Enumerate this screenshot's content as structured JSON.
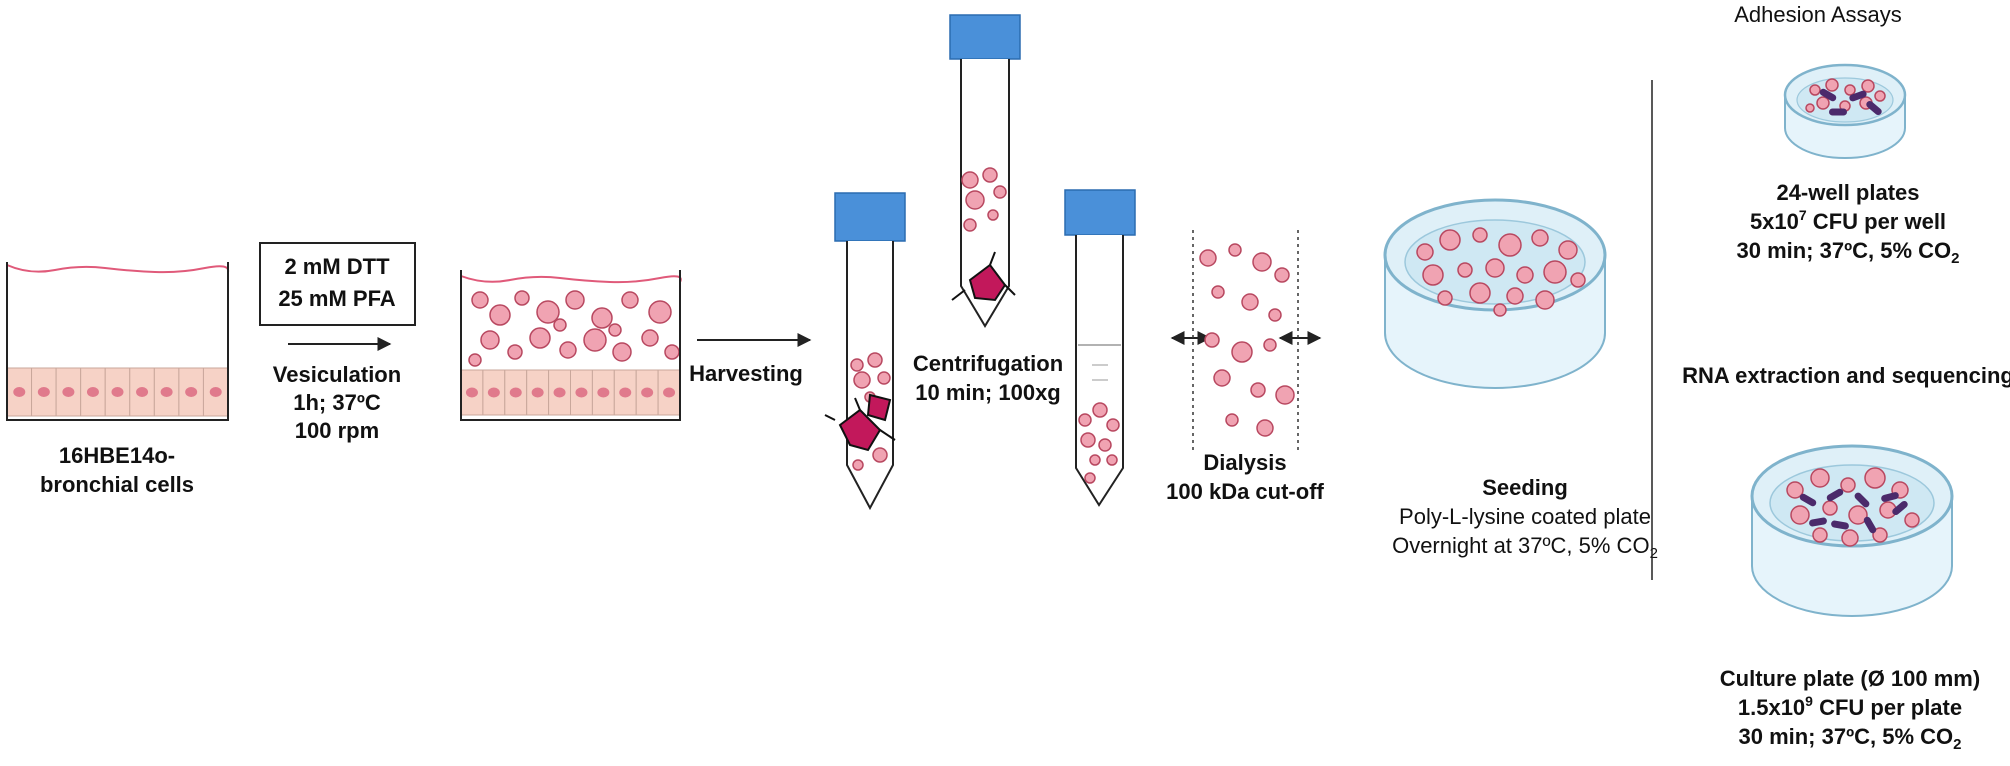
{
  "step_cells": {
    "line1": "16HBE14o-",
    "line2": "bronchial cells"
  },
  "step_vesiculation": {
    "reagent1": "2 mM DTT",
    "reagent2": "25 mM PFA",
    "title": "Vesiculation",
    "time_temp": "1h; 37ºC",
    "speed": "100 rpm"
  },
  "step_harvesting": {
    "label": "Harvesting"
  },
  "step_centrifugation": {
    "title": "Centrifugation",
    "detail": "10 min; 100xg"
  },
  "step_dialysis": {
    "title": "Dialysis",
    "detail": "100 kDa cut-off"
  },
  "step_seeding": {
    "title": "Seeding",
    "plate": "Poly-L-lysine coated plate",
    "condition_prefix": "Overnight at 37ºC, 5% CO",
    "condition_sub": "2"
  },
  "adhesion": {
    "title": "Adhesion Assays",
    "plate": "24-well plates",
    "cfu_base": "5x10",
    "cfu_exp": "7",
    "cfu_suffix": " CFU per well",
    "condition_prefix": "30 min; 37ºC, 5% CO",
    "condition_sub": "2"
  },
  "rna": {
    "title": "RNA extraction and sequencing",
    "plate": "Culture plate (Ø 100 mm)",
    "cfu_base": "1.5x10",
    "cfu_exp": "9",
    "cfu_suffix": " CFU per plate",
    "condition_prefix": "30 min; 37ºC, 5% CO",
    "condition_sub": "2"
  },
  "colors": {
    "vesicle_fill": "#f0a3b2",
    "vesicle_stroke": "#b84860",
    "cap_blue": "#4a90d9",
    "cell_fill": "#f6d2c6",
    "medium_line": "#e05a7a",
    "dish_fill": "#dff0f8",
    "bacteria": "#4b2a6b"
  }
}
